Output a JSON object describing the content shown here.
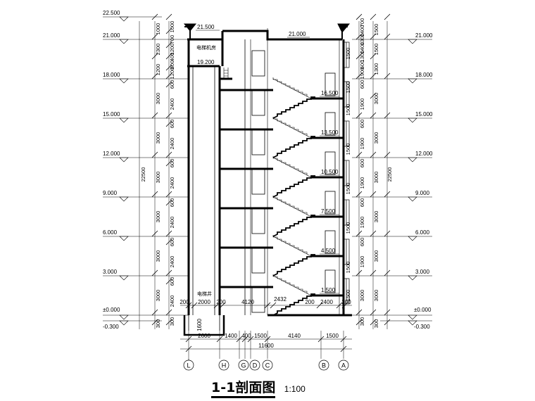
{
  "title": "1-1剖面图",
  "scale": "1:100",
  "elevations": {
    "left": [
      "22.500",
      "21.000",
      "18.000",
      "15.000",
      "12.000",
      "9.000",
      "6.000",
      "3.000",
      "±0.000",
      "-0.300"
    ],
    "right": [
      "21.000",
      "18.000",
      "15.000",
      "12.000",
      "9.000",
      "6.000",
      "3.000",
      "±0.000",
      "-0.300"
    ]
  },
  "floor_levels": [
    "16.500",
    "13.500",
    "10.500",
    "7.500",
    "4.500",
    "1.500"
  ],
  "roof_levels": {
    "parapet": "21.500",
    "roof": "21.000",
    "machine_room_floor": "19.200"
  },
  "room_labels": {
    "machine_room": "电梯机房",
    "elevator_shaft": "电梯井"
  },
  "overall_height": "22500",
  "left_dims": {
    "col1": [
      "300",
      "3000",
      "3000",
      "3000",
      "3000",
      "3000",
      "3000",
      "1200",
      "2300",
      "1000"
    ],
    "col2": [
      "300",
      "2400",
      "600",
      "2400",
      "600",
      "2400",
      "600",
      "2400",
      "600",
      "2400",
      "600",
      "2400",
      "600",
      "1200",
      "800",
      "400",
      "1200",
      "700",
      "1000"
    ]
  },
  "right_dims": {
    "outer": [
      "300",
      "3000",
      "3000",
      "3000",
      "3000",
      "3000",
      "3000",
      "1300",
      "1500",
      "1500"
    ],
    "inner": [
      "300",
      "3000",
      "1900",
      "600",
      "1900",
      "600",
      "1900",
      "600",
      "1900",
      "600",
      "1900",
      "600",
      "1900",
      "600",
      "1300",
      "1400",
      "1300",
      "1400",
      "700"
    ],
    "window": [
      "1500",
      "1500",
      "1500",
      "1500",
      "1500",
      "1500",
      "1500",
      "1500"
    ]
  },
  "ground_dims": {
    "upper": [
      "200",
      "2000",
      "200",
      "4120",
      "200",
      "2400",
      "200"
    ],
    "stair": "2432",
    "pit": "1600",
    "lower": [
      "2600",
      "1400",
      "400",
      "1500",
      "4140",
      "1500"
    ],
    "total": "11600"
  },
  "axes": [
    "L",
    "H",
    "G",
    "D",
    "C",
    "B",
    "A"
  ],
  "colors": {
    "line": "#000000",
    "background": "#ffffff"
  }
}
